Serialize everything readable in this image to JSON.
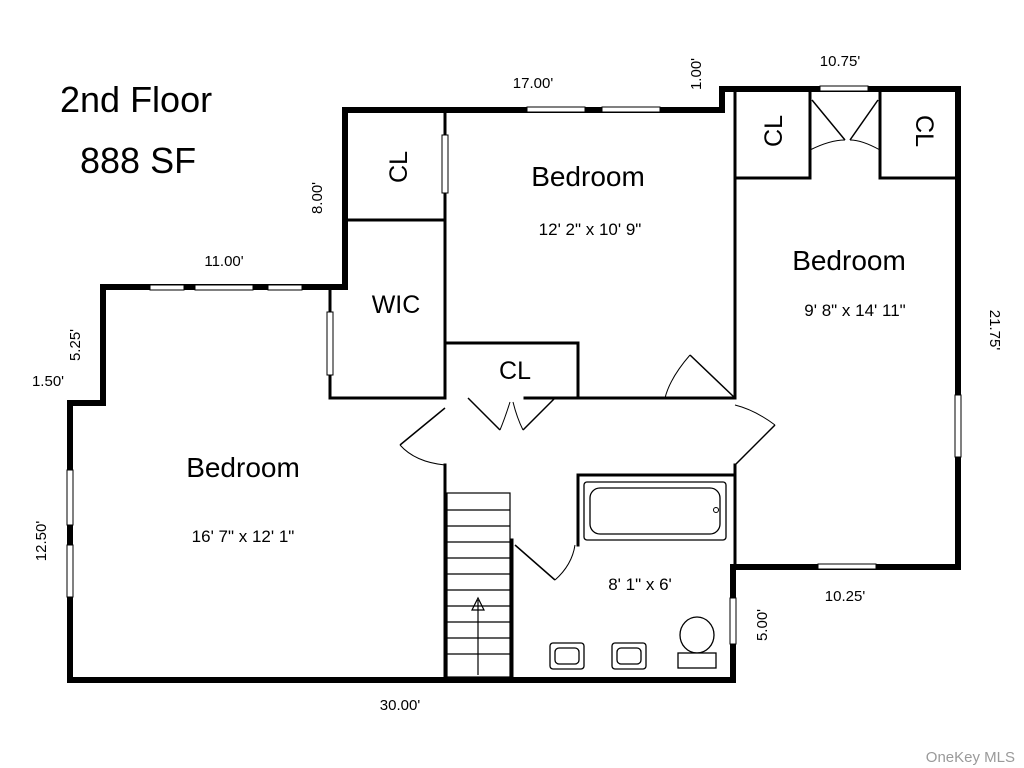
{
  "header": {
    "floor": "2nd Floor",
    "area": "888 SF"
  },
  "rooms": {
    "bedroom_left": {
      "name": "Bedroom",
      "dims": "16' 7\" x 12' 1\""
    },
    "bedroom_top": {
      "name": "Bedroom",
      "dims": "12' 2\" x 10' 9\""
    },
    "bedroom_right": {
      "name": "Bedroom",
      "dims": "9' 8\" x 14' 11\""
    },
    "bath": {
      "dims": "8' 1\" x 6'"
    },
    "wic": "WIC",
    "closet": "CL"
  },
  "measurements": {
    "m_17": "17.00'",
    "m_1": "1.00'",
    "m_1075": "10.75'",
    "m_8": "8.00'",
    "m_11": "11.00'",
    "m_525": "5.25'",
    "m_150": "1.50'",
    "m_1250": "12.50'",
    "m_2175": "21.75'",
    "m_1025": "10.25'",
    "m_5": "5.00'",
    "m_30": "30.00'"
  },
  "watermark": "OneKey MLS"
}
